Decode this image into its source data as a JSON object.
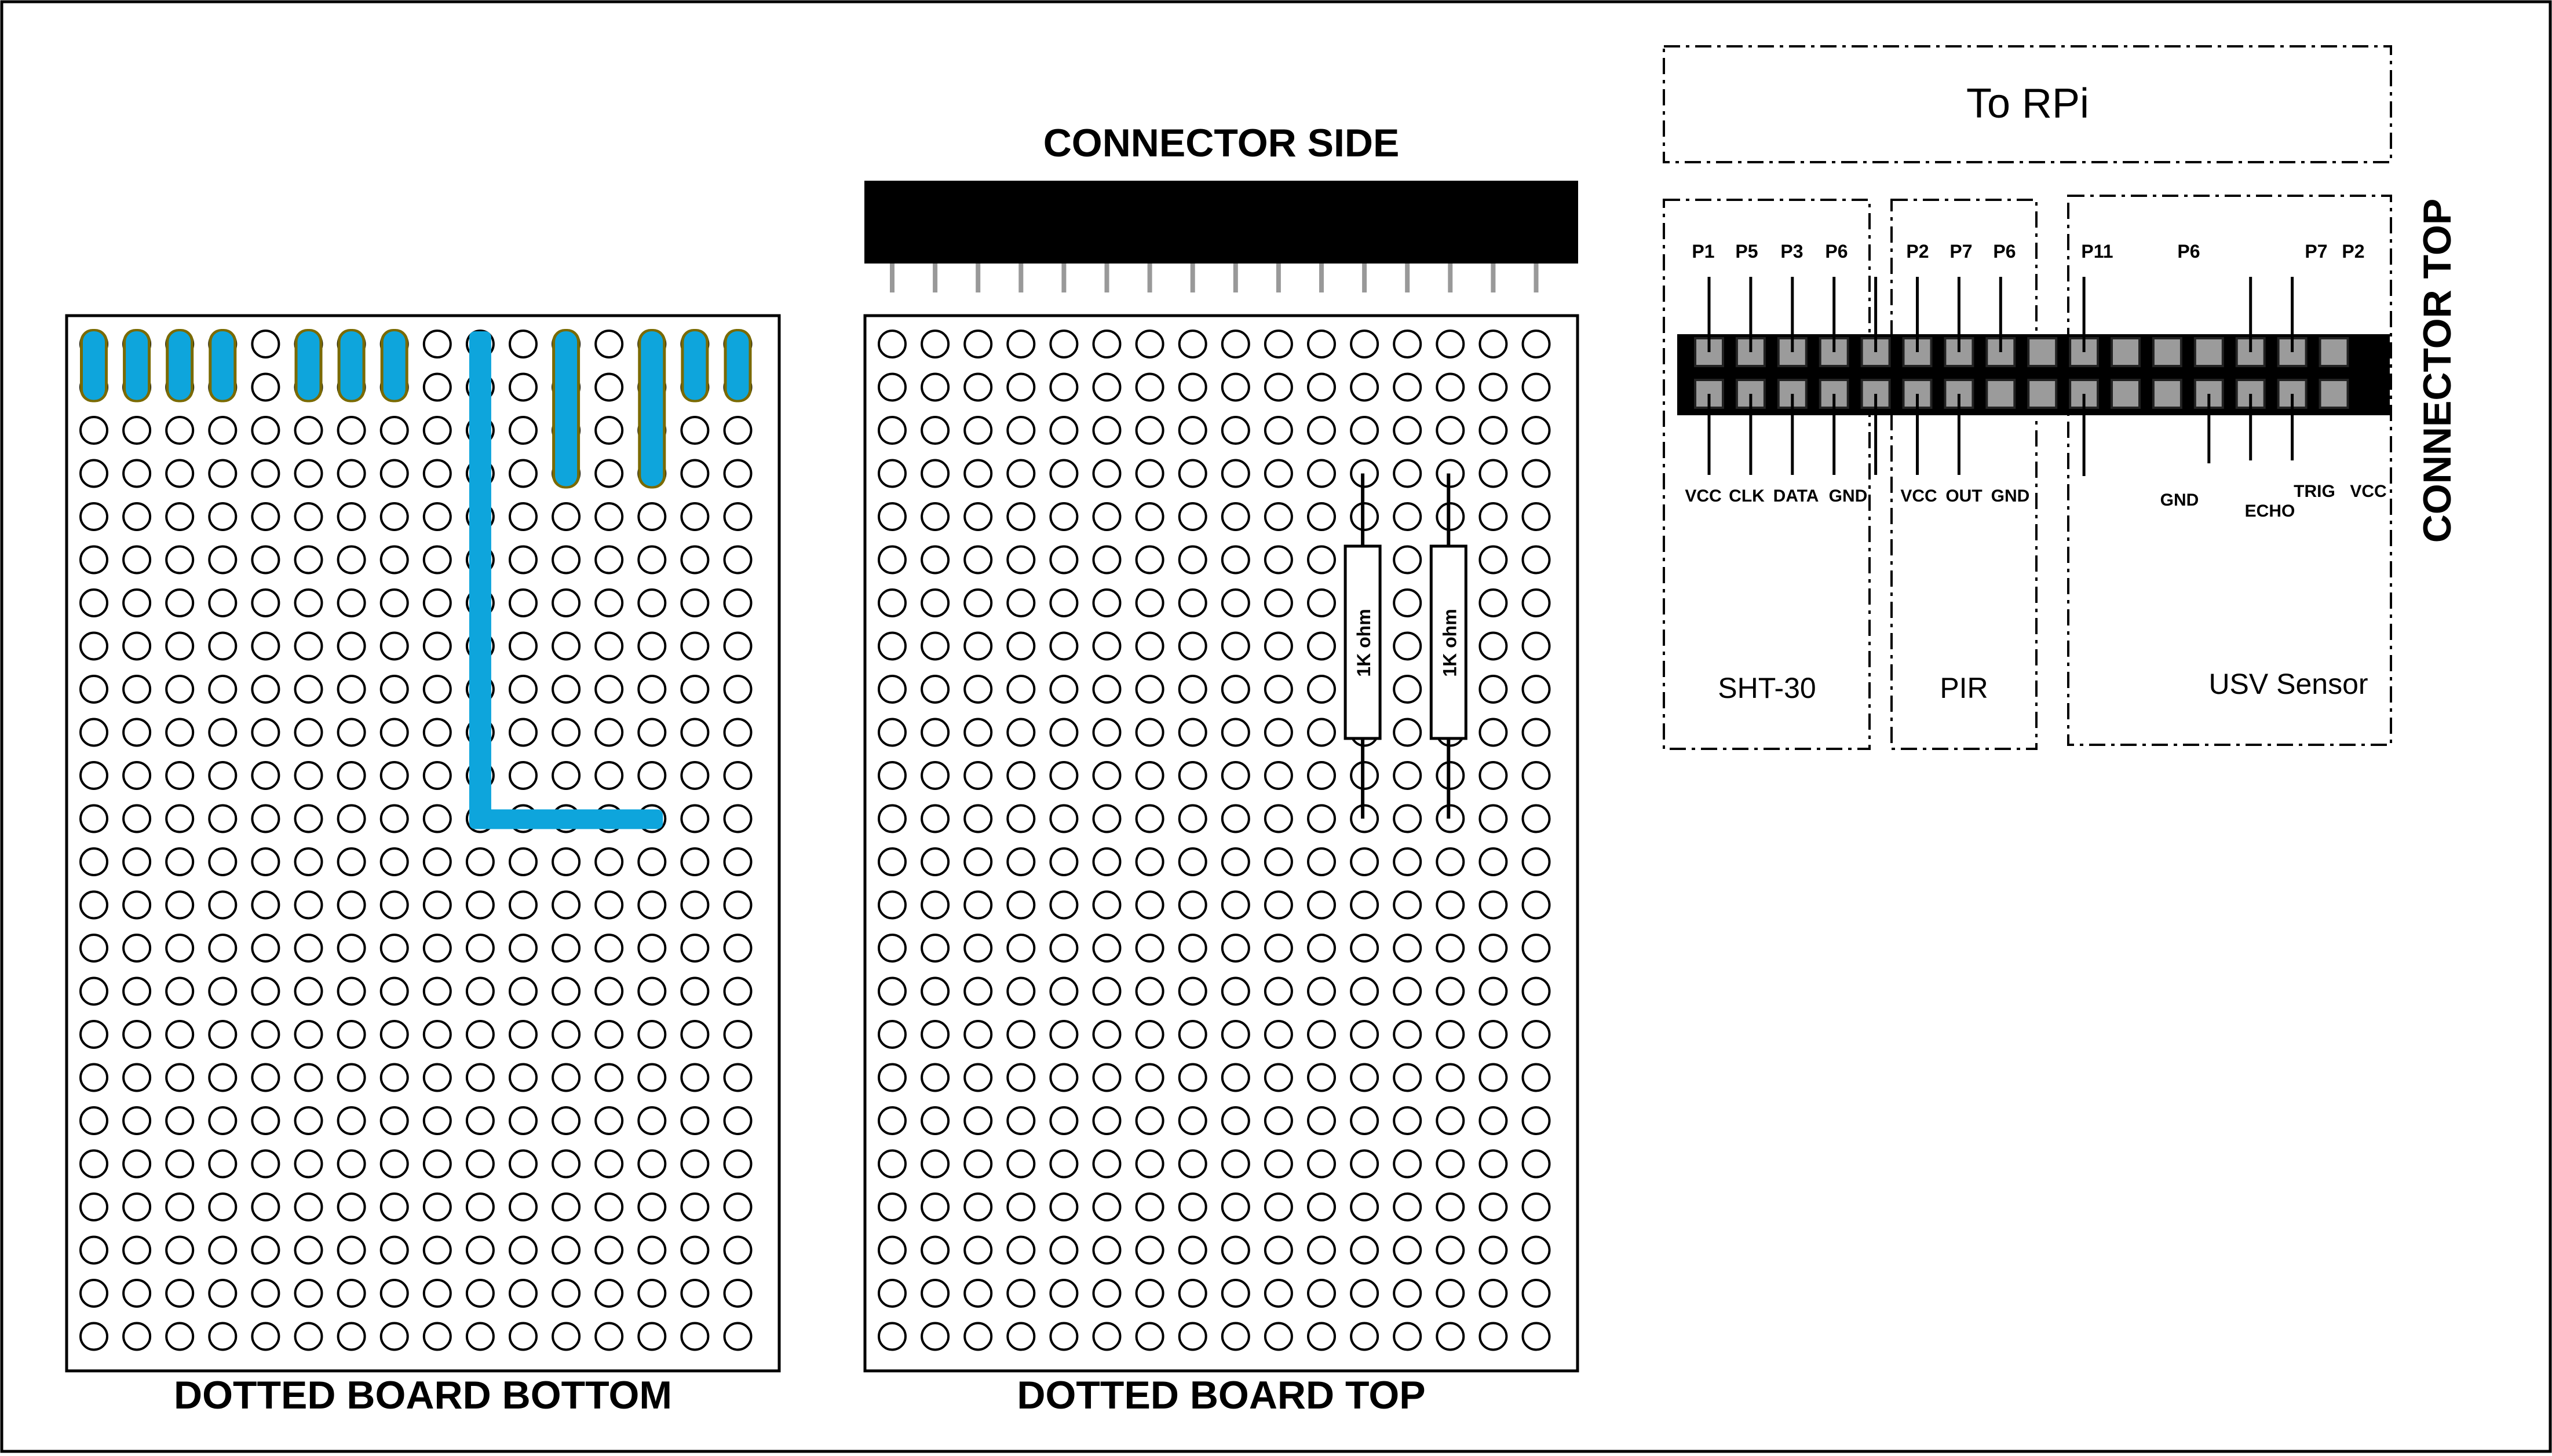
{
  "colors": {
    "trace": "#0ea5dc",
    "trace_edge": "#7a6a00",
    "header_body": "#000000",
    "header_pin": "#999999",
    "pin_pad": "#9b9b9b"
  },
  "boards": {
    "bottom_label": "DOTTED BOARD BOTTOM",
    "top_label": "DOTTED BOARD TOP",
    "connector_side_label": "CONNECTOR SIDE",
    "resistors": [
      {
        "label": "1K ohm"
      },
      {
        "label": "1K ohm"
      }
    ]
  },
  "connector": {
    "to_rpi": "To RPi",
    "connector_top": "CONNECTOR TOP",
    "groups": [
      {
        "name": "SHT-30",
        "pins_top": [
          "P1",
          "P5",
          "P3",
          "P6"
        ],
        "pins_bottom": [
          "VCC",
          "CLK",
          "DATA",
          "GND"
        ]
      },
      {
        "name": "PIR",
        "pins_top": [
          "P2",
          "P7",
          "P6"
        ],
        "pins_bottom": [
          "VCC",
          "OUT",
          "GND"
        ]
      },
      {
        "name": "USV Sensor",
        "pins_top": [
          "P11",
          "P6",
          "P7",
          "P2"
        ],
        "pins_bottom": [
          "GND",
          "ECHO",
          "TRIG",
          "VCC"
        ]
      }
    ]
  }
}
